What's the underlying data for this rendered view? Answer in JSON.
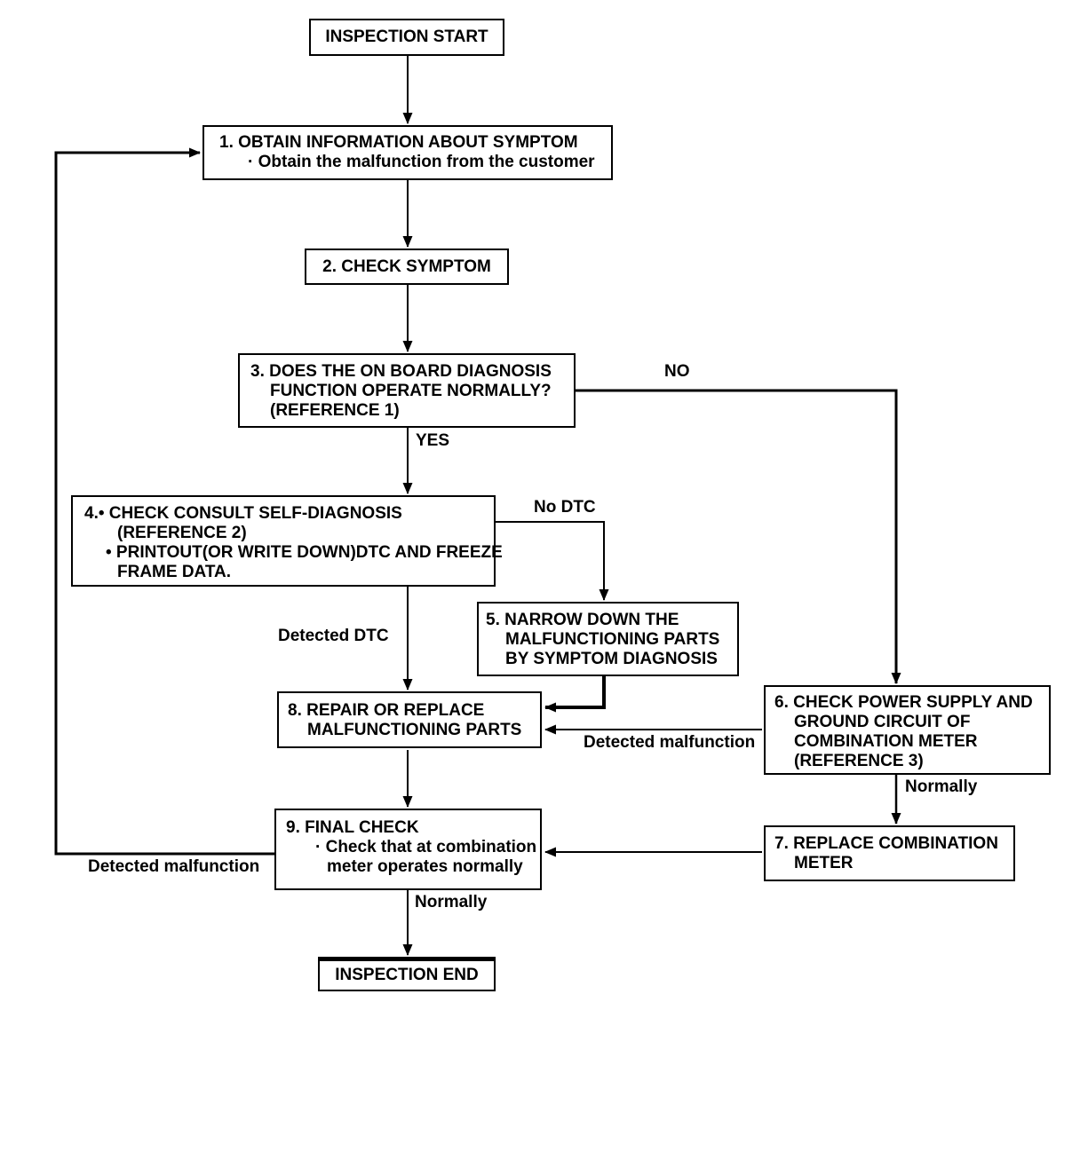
{
  "colors": {
    "ink": "#000000",
    "paper": "#ffffff"
  },
  "diagram": {
    "nodes": {
      "start": {
        "lines": [
          "INSPECTION START"
        ]
      },
      "step1": {
        "lines": [
          "1. OBTAIN INFORMATION ABOUT SYMPTOM",
          "· Obtain the malfunction from the customer"
        ]
      },
      "step2": {
        "lines": [
          "2. CHECK SYMPTOM"
        ]
      },
      "step3": {
        "lines": [
          "3. DOES THE ON BOARD DIAGNOSIS",
          "FUNCTION OPERATE NORMALLY?",
          "(REFERENCE 1)"
        ]
      },
      "step4": {
        "lines": [
          "4.• CHECK CONSULT SELF-DIAGNOSIS",
          "(REFERENCE 2)",
          "• PRINTOUT(OR WRITE DOWN)DTC AND FREEZE",
          "FRAME DATA."
        ]
      },
      "step5": {
        "lines": [
          "5. NARROW DOWN THE",
          "MALFUNCTIONING PARTS",
          "BY SYMPTOM DIAGNOSIS"
        ]
      },
      "step6": {
        "lines": [
          "6. CHECK POWER SUPPLY AND",
          "GROUND CIRCUIT OF",
          "COMBINATION METER",
          "(REFERENCE 3)"
        ]
      },
      "step7": {
        "lines": [
          "7. REPLACE COMBINATION",
          "METER"
        ]
      },
      "step8": {
        "lines": [
          "8. REPAIR OR REPLACE",
          "MALFUNCTIONING PARTS"
        ]
      },
      "step9": {
        "lines": [
          "9. FINAL CHECK",
          "· Check that at combination",
          "meter operates normally"
        ]
      },
      "end": {
        "lines": [
          "INSPECTION END"
        ]
      }
    },
    "edge_labels": {
      "yes": "YES",
      "no": "NO",
      "no_dtc": "No DTC",
      "detected_dtc": "Detected DTC",
      "detected_malfunction_6_to_8": "Detected malfunction",
      "normally_6_to_7": "Normally",
      "detected_malfunction_9_to_1": "Detected malfunction",
      "normally_9_to_end": "Normally"
    },
    "edges": [
      {
        "from": "start",
        "to": "step1",
        "label": ""
      },
      {
        "from": "step1",
        "to": "step2",
        "label": ""
      },
      {
        "from": "step2",
        "to": "step3",
        "label": ""
      },
      {
        "from": "step3",
        "to": "step4",
        "label": "YES"
      },
      {
        "from": "step3",
        "to": "step6",
        "label": "NO"
      },
      {
        "from": "step4",
        "to": "step5",
        "label": "No DTC"
      },
      {
        "from": "step4",
        "to": "step8",
        "label": "Detected DTC"
      },
      {
        "from": "step5",
        "to": "step8",
        "label": ""
      },
      {
        "from": "step6",
        "to": "step8",
        "label": "Detected malfunction"
      },
      {
        "from": "step6",
        "to": "step7",
        "label": "Normally"
      },
      {
        "from": "step7",
        "to": "step9",
        "label": ""
      },
      {
        "from": "step8",
        "to": "step9",
        "label": ""
      },
      {
        "from": "step9",
        "to": "step1",
        "label": "Detected malfunction"
      },
      {
        "from": "step9",
        "to": "end",
        "label": "Normally"
      }
    ]
  }
}
